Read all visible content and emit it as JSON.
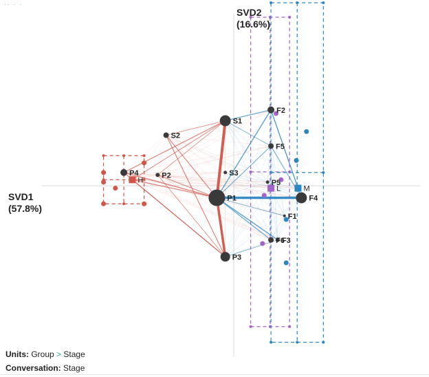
{
  "axes": {
    "x_title": "SVD1",
    "x_pct": "(57.8%)",
    "y_title": "SVD2",
    "y_pct": "(16.6%)"
  },
  "legend": {
    "units_label": "Units:",
    "units_value_a": "Group",
    "units_sep": ">",
    "units_value_b": "Stage",
    "conversation_label": "Conversation:",
    "conversation_value": "Stage"
  },
  "colors": {
    "red": "#d2554a",
    "red_light": "#e6968c",
    "blue": "#2e86c1",
    "blue_light": "#7ab6d8",
    "purple": "#a463c8",
    "node": "#3a3a3a"
  },
  "chart_data": {
    "type": "network",
    "nodes": [
      {
        "label": "S1",
        "x": -0.05,
        "y": 0.54
      },
      {
        "label": "S2",
        "x": -0.4,
        "y": 0.42
      },
      {
        "label": "S3",
        "x": -0.05,
        "y": 0.11
      },
      {
        "label": "P4",
        "x": -0.65,
        "y": 0.11
      },
      {
        "label": "P2",
        "x": -0.45,
        "y": 0.09
      },
      {
        "label": "H",
        "x": -0.6,
        "y": 0.05
      },
      {
        "label": "P1",
        "x": -0.1,
        "y": -0.1
      },
      {
        "label": "P3",
        "x": -0.05,
        "y": -0.59
      },
      {
        "label": "F2",
        "x": 0.22,
        "y": 0.63
      },
      {
        "label": "F5",
        "x": 0.22,
        "y": 0.33
      },
      {
        "label": "P5",
        "x": 0.2,
        "y": 0.03
      },
      {
        "label": "L",
        "x": 0.22,
        "y": -0.02
      },
      {
        "label": "M",
        "x": 0.38,
        "y": -0.02
      },
      {
        "label": "F4",
        "x": 0.4,
        "y": -0.1
      },
      {
        "label": "F1",
        "x": 0.3,
        "y": -0.25
      },
      {
        "label": "F6",
        "x": 0.22,
        "y": -0.45
      },
      {
        "label": "F3",
        "x": 0.26,
        "y": -0.45
      }
    ],
    "edges": [
      {
        "source": "P1",
        "target": "S1",
        "group": "red",
        "weight": 4
      },
      {
        "source": "P1",
        "target": "P3",
        "group": "red",
        "weight": 3.5
      },
      {
        "source": "P1",
        "target": "S2",
        "group": "red",
        "weight": 1.2
      },
      {
        "source": "P1",
        "target": "P4",
        "group": "red",
        "weight": 1.4
      },
      {
        "source": "P1",
        "target": "H",
        "group": "red",
        "weight": 1.2
      },
      {
        "source": "P1",
        "target": "P2",
        "group": "red",
        "weight": 1
      },
      {
        "source": "S1",
        "target": "P4",
        "group": "red",
        "weight": 1.2
      },
      {
        "source": "S1",
        "target": "H",
        "group": "red",
        "weight": 1
      },
      {
        "source": "S1",
        "target": "P2",
        "group": "red",
        "weight": 0.8
      },
      {
        "source": "S2",
        "target": "P3",
        "group": "red",
        "weight": 1.2
      },
      {
        "source": "P3",
        "target": "P4",
        "group": "red",
        "weight": 1.2
      },
      {
        "source": "P3",
        "target": "H",
        "group": "red",
        "weight": 1
      },
      {
        "source": "P3",
        "target": "P2",
        "group": "red",
        "weight": 0.8
      },
      {
        "source": "S2",
        "target": "S1",
        "group": "red",
        "weight": 0.8
      },
      {
        "source": "P1",
        "target": "F4",
        "group": "blue",
        "weight": 3.5
      },
      {
        "source": "P1",
        "target": "F2",
        "group": "blue",
        "weight": 1.5
      },
      {
        "source": "S1",
        "target": "F2",
        "group": "blue",
        "weight": 1.2
      },
      {
        "source": "F2",
        "target": "M",
        "group": "blue",
        "weight": 1.2
      },
      {
        "source": "F2",
        "target": "F4",
        "group": "blue",
        "weight": 1
      },
      {
        "source": "P1",
        "target": "F3",
        "group": "blue",
        "weight": 1.5
      },
      {
        "source": "P1",
        "target": "F6",
        "group": "blue",
        "weight": 1.2
      },
      {
        "source": "F5",
        "target": "F4",
        "group": "blue",
        "weight": 1
      },
      {
        "source": "P1",
        "target": "F5",
        "group": "blue",
        "weight": 1
      },
      {
        "source": "S1",
        "target": "F5",
        "group": "blue",
        "weight": 0.8
      },
      {
        "source": "P1",
        "target": "F1",
        "group": "blue",
        "weight": 0.8
      },
      {
        "source": "P3",
        "target": "F3",
        "group": "blue",
        "weight": 0.8
      }
    ],
    "centroids": [
      {
        "label": "H",
        "group": "red",
        "x": -0.6,
        "y": 0.05
      },
      {
        "label": "L",
        "group": "purple",
        "x": 0.22,
        "y": -0.02
      },
      {
        "label": "M",
        "group": "blue",
        "x": 0.38,
        "y": -0.02
      }
    ],
    "points": [
      {
        "group": "red",
        "x": -0.77,
        "y": 0.11
      },
      {
        "group": "red",
        "x": -0.53,
        "y": 0.19
      },
      {
        "group": "red",
        "x": -0.7,
        "y": -0.02
      },
      {
        "group": "red",
        "x": -0.77,
        "y": 0.03
      },
      {
        "group": "red",
        "x": -0.77,
        "y": -0.15
      },
      {
        "group": "red",
        "x": -0.53,
        "y": -0.15
      },
      {
        "group": "purple",
        "x": 0.25,
        "y": 0.6
      },
      {
        "group": "purple",
        "x": 0.18,
        "y": -0.08
      },
      {
        "group": "purple",
        "x": 0.17,
        "y": -0.48
      },
      {
        "group": "purple",
        "x": 0.28,
        "y": 0.05
      },
      {
        "group": "blue",
        "x": 0.43,
        "y": 0.45
      },
      {
        "group": "blue",
        "x": 0.37,
        "y": 0.21
      },
      {
        "group": "blue",
        "x": 0.31,
        "y": -0.64
      },
      {
        "group": "blue",
        "x": 0.31,
        "y": -0.28
      }
    ],
    "intervals": [
      {
        "group": "red",
        "x_range": [
          -0.77,
          -0.53
        ],
        "y_range": [
          -0.15,
          0.25
        ]
      },
      {
        "group": "purple",
        "x_range": [
          0.1,
          0.33
        ],
        "y_range": [
          -1.17,
          1.4
        ]
      },
      {
        "group": "blue",
        "x_range": [
          0.22,
          0.53
        ],
        "y_range": [
          -1.3,
          1.52
        ]
      }
    ],
    "xlabel": "SVD1 (57.8%)",
    "ylabel": "SVD2 (16.6%)"
  }
}
